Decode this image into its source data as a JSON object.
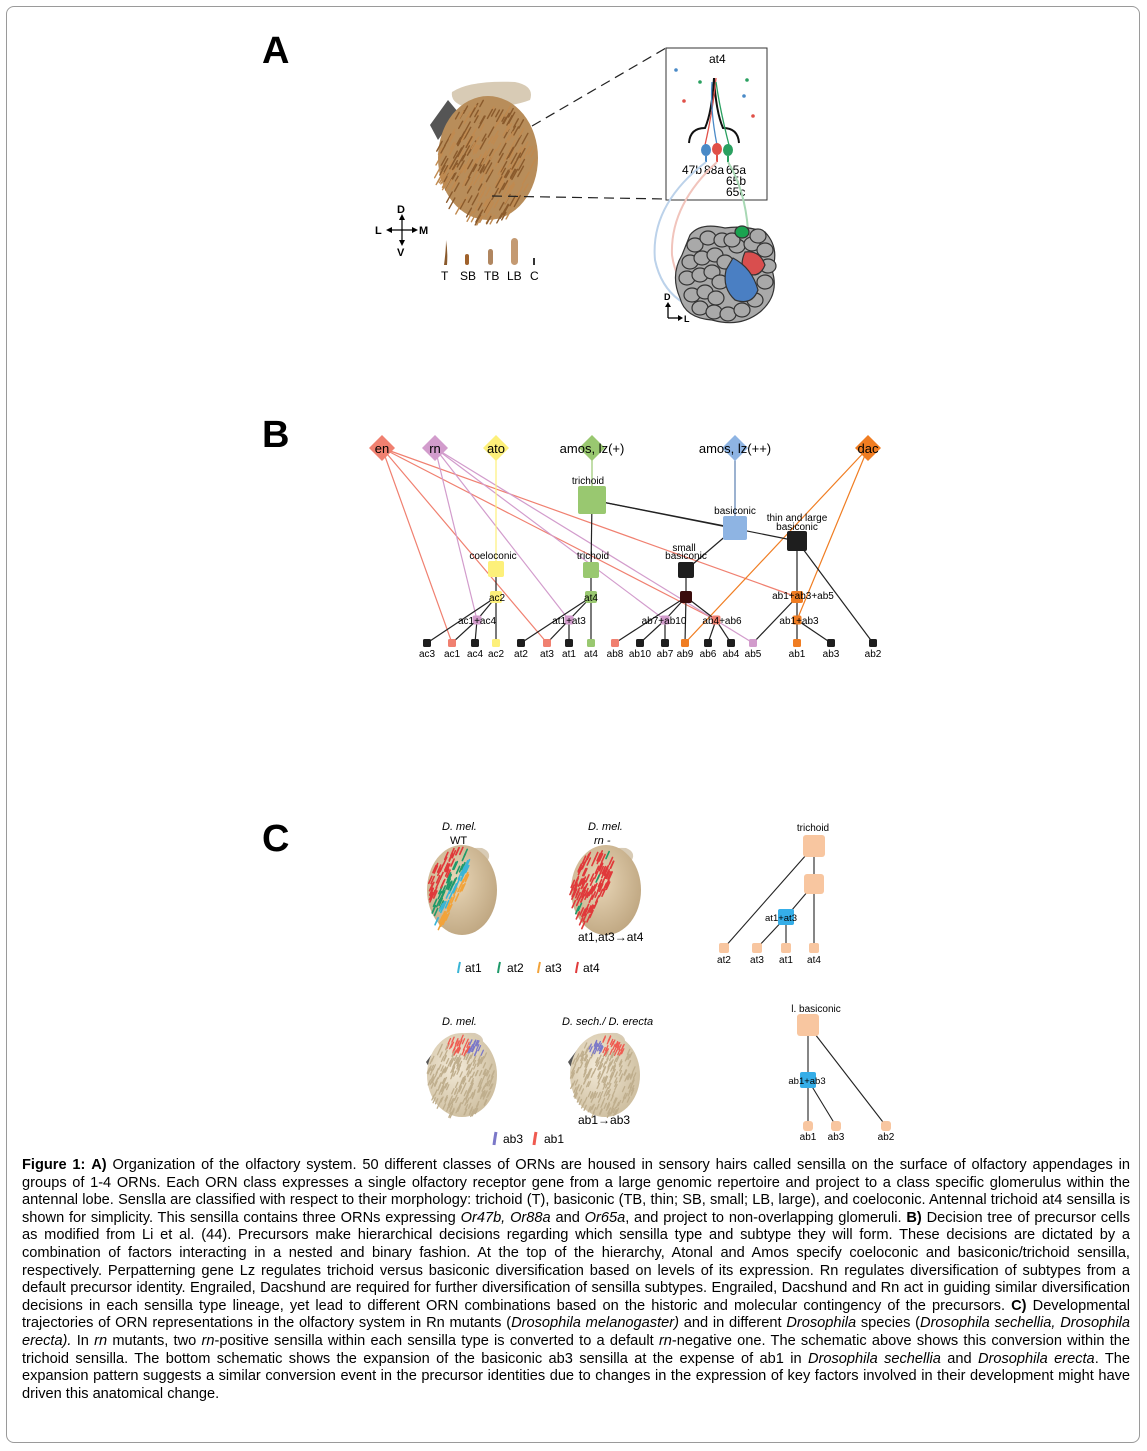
{
  "panels": {
    "a": "A",
    "b": "B",
    "c": "C"
  },
  "panel_a": {
    "inset_title": "at4",
    "receptors": [
      "47b",
      "88a",
      "65a",
      "65b",
      "65c"
    ],
    "compass": {
      "d": "D",
      "v": "V",
      "l": "L",
      "m": "M"
    },
    "hair_types": [
      "T",
      "SB",
      "TB",
      "LB",
      "C"
    ],
    "lobe_axes": {
      "d": "D",
      "l": "L"
    }
  },
  "panel_b": {
    "factors": [
      "en",
      "rn",
      "ato",
      "amos, lz(+)",
      "amos, lz(++)",
      "dac"
    ],
    "internal_labels": {
      "trichoid_top": "trichoid",
      "basiconic": "basiconic",
      "thin_large_1": "thin and large",
      "thin_large_2": "basiconic",
      "small_1": "small",
      "small_2": "basiconic",
      "coeloconic": "coeloconic",
      "trichoid_mid": "trichoid",
      "ac2": "ac2",
      "at4": "at4",
      "ac1ac4": "ac1+ac4",
      "at1at3": "at1+at3",
      "ab7ab10": "ab7+ab10",
      "ab4ab6": "ab4+ab6",
      "ab1ab3ab5": "ab1+ab3+ab5",
      "ab1ab3": "ab1+ab3"
    },
    "leaves": [
      "ac3",
      "ac1",
      "ac4",
      "ac2",
      "at2",
      "at3",
      "at1",
      "at4",
      "ab8",
      "ab10",
      "ab7",
      "ab9",
      "ab6",
      "ab4",
      "ab5",
      "ab1",
      "ab3",
      "ab2"
    ]
  },
  "panel_c": {
    "wt_species": "D. mel.",
    "wt_label": "WT",
    "mut_species": "D. mel.",
    "mut_label": "rn -",
    "mut_caption": "at1,at3→at4",
    "legend_top": [
      "at1",
      "at2",
      "at3",
      "at4"
    ],
    "trichoid_root": "trichoid",
    "trichoid_mid": "at1+at3",
    "trichoid_leaves": [
      "at2",
      "at3",
      "at1",
      "at4"
    ],
    "bottom_left_species": "D. mel.",
    "bottom_right_species": "D. sech./ D. erecta",
    "bottom_caption": "ab1→ab3",
    "legend_bottom": [
      "ab3",
      "ab1"
    ],
    "basiconic_root": "l. basiconic",
    "basiconic_mid": "ab1+ab3",
    "basiconic_leaves": [
      "ab1",
      "ab3",
      "ab2"
    ]
  },
  "colors": {
    "en": "#f08070",
    "rn": "#d29ccc",
    "ato": "#fdf07a",
    "amos_lz1": "#99c870",
    "amos_lz2": "#8eb4e3",
    "dac": "#f07d22",
    "dark": "#1e1e1e",
    "peach": "#f8c6a0",
    "cyan": "#35aee8",
    "at1": "#3ab5d6",
    "at2": "#1f9a6a",
    "at3": "#f2a33a",
    "at4": "#e0393a",
    "ab3": "#7b78c8",
    "ab1": "#ef5a50"
  },
  "caption": {
    "fig_label": "Figure 1:",
    "a_label": "A)",
    "a_text_1": " Organization of the olfactory system. 50 different classes of ORNs are housed in sensory hairs called sensilla on the surface of olfactory appendages in groups of 1-4 ORNs. Each ORN class expresses a single olfactory receptor gene from a large genomic repertoire and project to a class specific glomerulus within the antennal lobe. Senslla are classified with respect to their morphology: trichoid (T), basiconic (TB, thin; SB, small; LB, large), and coeloconic. Antennal trichoid at4 sensilla is shown for simplicity. This sensilla contains three ORNs expressing ",
    "or47b": "Or47b,",
    "or88a": "Or88a",
    "and1": " and ",
    "or65a": "Or65a",
    "a_text_2": ", and project to non-overlapping glomeruli. ",
    "b_label": "B)",
    "b_text": " Decision tree of precursor cells as modified from Li et al. (44). Precursors make hierarchical decisions regarding which sensilla type and subtype they will form. These decisions are dictated by a combination of factors interacting in a nested and binary fashion. At the top of the hierarchy, Atonal and Amos specify coeloconic and basiconic/trichoid sensilla, respectively. Perpatterning gene Lz regulates trichoid versus basiconic diversification based on levels of its expression. Rn regulates diversification of subtypes from a default precursor identity. Engrailed, Dacshund are required for further diversification of sensilla subtypes. Engrailed, Dacshund and Rn act in guiding similar diversification decisions in each sensilla type lineage, yet lead to different ORN combinations based on the historic and molecular contingency of the precursors. ",
    "c_label": "C)",
    "c_text_1": " Developmental trajectories of ORN representations in the olfactory system in Rn mutants (",
    "dmel": "Drosophila melanogaster)",
    "c_text_2": " and in different ",
    "droso": "Drosophila",
    "c_text_3": " species (",
    "dsech_erecta": "Drosophila sechellia, Drosophila erecta).",
    "c_text_4": " In ",
    "rn_it": "rn",
    "c_text_5": " mutants, two ",
    "rn_it2": "rn",
    "c_text_6": "-positive sensilla within each sensilla type is converted to a default ",
    "rn_it3": "rn",
    "c_text_7": "-negative one. The schematic above shows this conversion within the trichoid sensilla. The bottom schematic shows the expansion of the basiconic ab3 sensilla at the expense of ab1 in ",
    "dsech": "Drosophila sechellia",
    "and2": " and ",
    "derecta": "Drosophila erecta",
    "c_text_8": ". The expansion pattern suggests a similar conversion event in the precursor identities due to changes in the expression of key factors involved in their development might have driven this anatomical change."
  }
}
